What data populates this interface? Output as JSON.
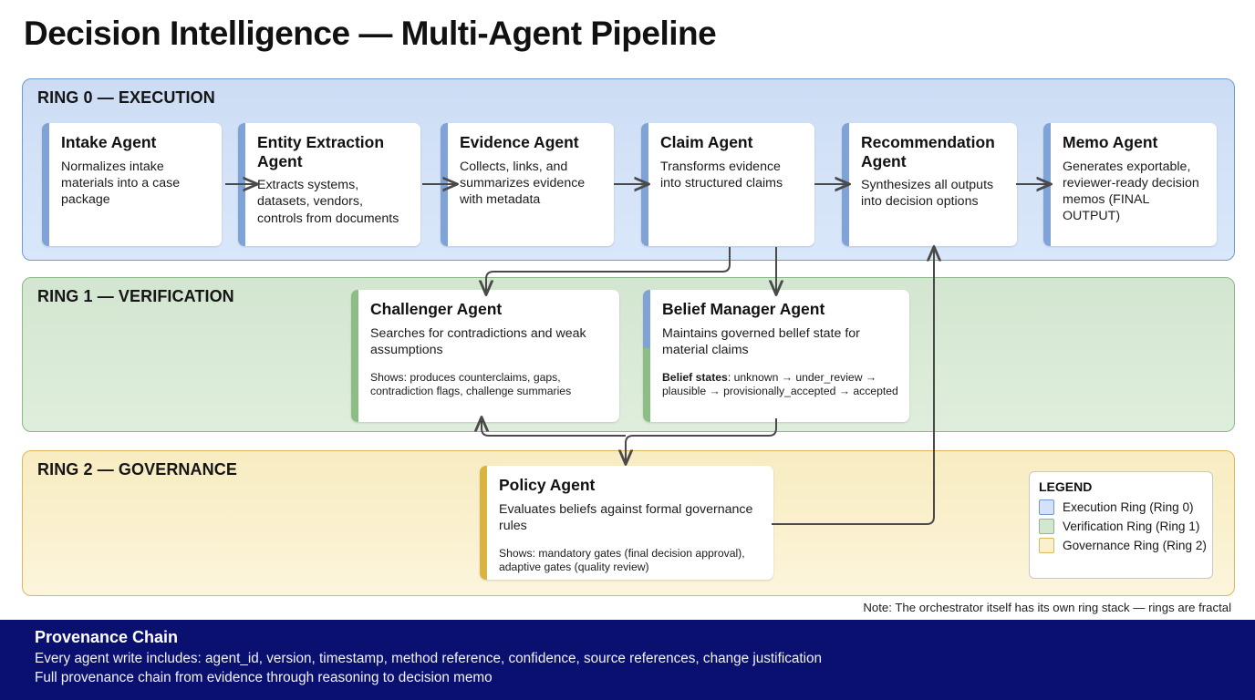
{
  "title": "Decision Intelligence — Multi-Agent Pipeline",
  "colors": {
    "execution_ring": "#d3e2f7",
    "execution_border": "#6f9ad4",
    "verification_ring": "#d9ead6",
    "verification_border": "#8cb987",
    "governance_ring": "#faf0cd",
    "governance_border": "#d9b95c",
    "accent_blue": "#7fa3d6",
    "accent_green": "#8cbd85",
    "accent_gold": "#d9b441",
    "provenance_band": "#0a1070",
    "connector": "#4a4a4a"
  },
  "rings": [
    {
      "id": "ring0",
      "label": "RING 0 — EXECUTION",
      "cards": [
        {
          "name": "intake-agent",
          "title": "Intake Agent",
          "desc": "Normalizes intake materials into a case package",
          "note": "",
          "accent": "blue"
        },
        {
          "name": "entity-extraction-agent",
          "title": "Entity Extraction Agent",
          "desc": "Extracts systems, datasets, vendors, controls from documents",
          "note": "",
          "accent": "blue"
        },
        {
          "name": "evidence-agent",
          "title": "Evidence Agent",
          "desc": "Collects, links, and summarizes evidence with metadata",
          "note": "",
          "accent": "blue"
        },
        {
          "name": "claim-agent",
          "title": "Claim Agent",
          "desc": "Transforms evidence into structured claims",
          "note": "",
          "accent": "blue"
        },
        {
          "name": "recommendation-agent",
          "title": "Recommendation Agent",
          "desc": "Synthesizes all outputs into decision options",
          "note": "",
          "accent": "blue"
        },
        {
          "name": "memo-agent",
          "title": "Memo Agent",
          "desc": "Generates exportable, reviewer-ready decision memos (FINAL OUTPUT)",
          "note": "",
          "accent": "blue"
        }
      ]
    },
    {
      "id": "ring1",
      "label": "RING 1 — VERIFICATION",
      "cards": [
        {
          "name": "challenger-agent",
          "title": "Challenger Agent",
          "desc": "Searches for contradictions and weak assumptions",
          "note_label": "",
          "note": "Shows: produces counterclaims, gaps, contradiction flags, challenge summaries",
          "accent": "green"
        },
        {
          "name": "belief-manager-agent",
          "title": "Belief Manager Agent",
          "desc": "Maintains governed bellef state for material claims",
          "note_label": "Belief states",
          "note": ": unknown → under_review → plausible → provisionally_accepted → accepted",
          "accent": "split"
        }
      ]
    },
    {
      "id": "ring2",
      "label": "RING 2 — GOVERNANCE",
      "cards": [
        {
          "name": "policy-agent",
          "title": "Policy Agent",
          "desc": "Evaluates beliefs against formal governance rules",
          "note_label": "",
          "note": "Shows: mandatory gates (final decision approval), adaptive gates (quality review)",
          "accent": "gold"
        }
      ]
    }
  ],
  "legend": {
    "title": "LEGEND",
    "items": [
      {
        "label": "Execution Ring (Ring 0)",
        "swatch": "#d3e2f7",
        "border": "#6f9ad4"
      },
      {
        "label": "Verification Ring (Ring 1)",
        "swatch": "#d3e6d0",
        "border": "#8cb987"
      },
      {
        "label": "Governance Ring (Ring 2)",
        "swatch": "#faf0cd",
        "border": "#d9b95c"
      }
    ]
  },
  "footnote": "Note: The orchestrator itself has its own ring stack — rings are fractal",
  "provenance": {
    "title": "Provenance Chain",
    "line1": "Every agent write includes: agent_id, version, timestamp, method reference, confidence, source references, change justification",
    "line2": "Full provenance chain from evidence through reasoning to decision memo"
  },
  "connectors": [
    {
      "name": "intake-to-entity",
      "type": "arrow-right"
    },
    {
      "name": "entity-to-evidence",
      "type": "arrow-right"
    },
    {
      "name": "evidence-to-claim",
      "type": "arrow-right"
    },
    {
      "name": "claim-to-recommendation",
      "type": "arrow-right"
    },
    {
      "name": "recommendation-to-memo",
      "type": "arrow-right"
    },
    {
      "name": "claim-to-challenger",
      "type": "elbow-down-left"
    },
    {
      "name": "claim-to-belief-manager",
      "type": "arrow-down"
    },
    {
      "name": "belief-manager-to-policy",
      "type": "elbow-down"
    },
    {
      "name": "belief-manager-to-challenger",
      "type": "elbow-up-left"
    },
    {
      "name": "policy-to-recommendation",
      "type": "elbow-up-right"
    }
  ]
}
